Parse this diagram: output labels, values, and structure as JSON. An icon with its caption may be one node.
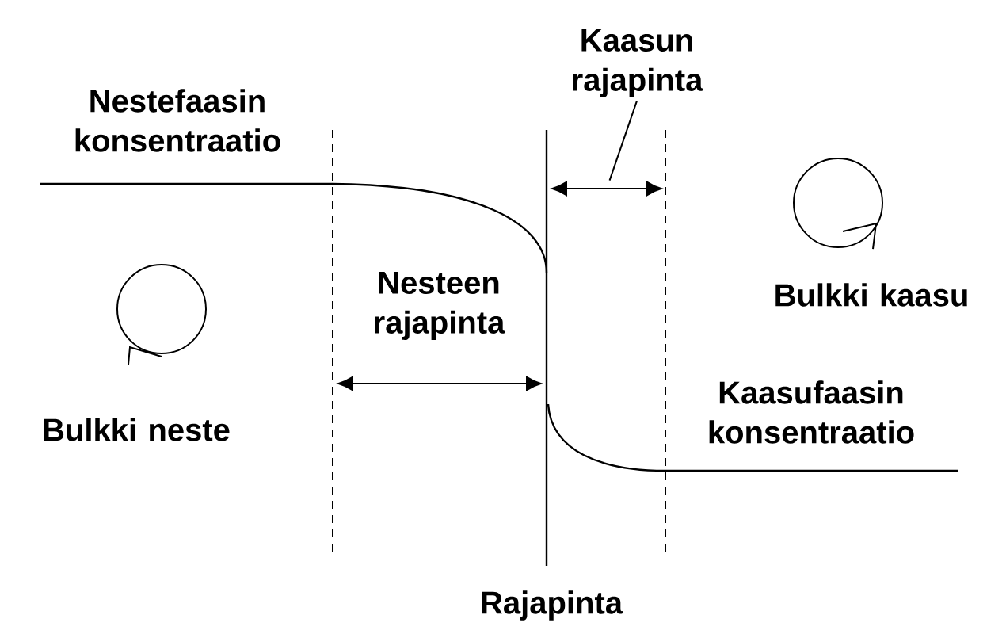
{
  "diagram": {
    "nodes": [
      {
        "text": [
          "Kaasun rajapinta"
        ]
      },
      {
        "text": [],
        "shape": "arrow"
      }
    ],
    "edges": [
      {
        "from": 0,
        "to": 1,
        "arrow": "none"
      }
    ],
    "labels": [
      "Nestefaasin konsentraatio",
      "Bulkki kaasu",
      "Nesteen rajapinta",
      "Bulkki neste",
      "Kaasufaasin konsentraatio",
      "Rajapinta"
    ]
  }
}
